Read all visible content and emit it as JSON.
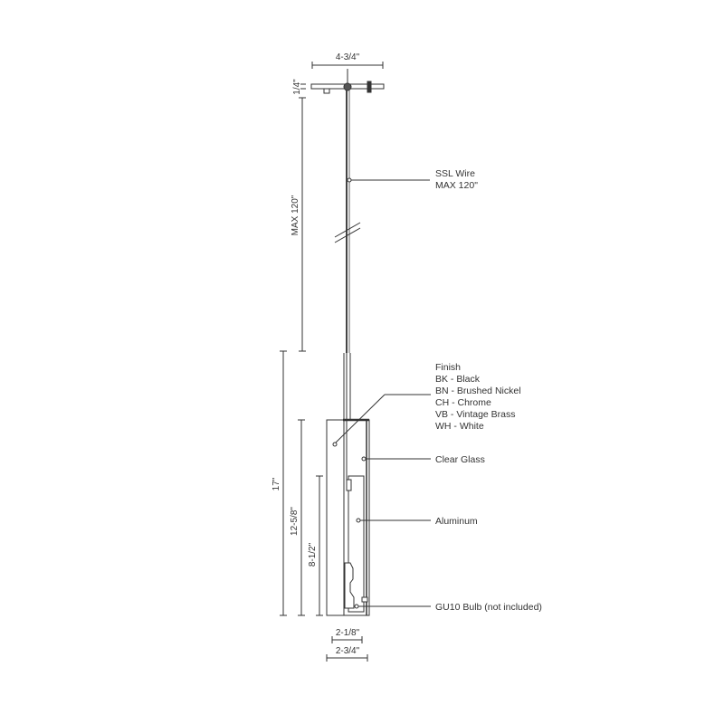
{
  "dimensions": {
    "canopy_width": "4-3/4\"",
    "canopy_height": "1/4\"",
    "wire_length": "MAX 120\"",
    "overall_height": "17\"",
    "shade_height": "12-5/8\"",
    "glass_height": "8-1/2\"",
    "glass_width": "2-1/8\"",
    "shade_width": "2-3/4\""
  },
  "callouts": {
    "wire": {
      "line1": "SSL Wire",
      "line2": "MAX 120\""
    },
    "finish": {
      "title": "Finish",
      "options": [
        "BK - Black",
        "BN - Brushed Nickel",
        "CH - Chrome",
        "VB - Vintage Brass",
        "WH - White"
      ]
    },
    "glass": "Clear Glass",
    "body": "Aluminum",
    "bulb": "GU10 Bulb (not included)"
  },
  "colors": {
    "line": "#333333",
    "background": "#ffffff"
  }
}
